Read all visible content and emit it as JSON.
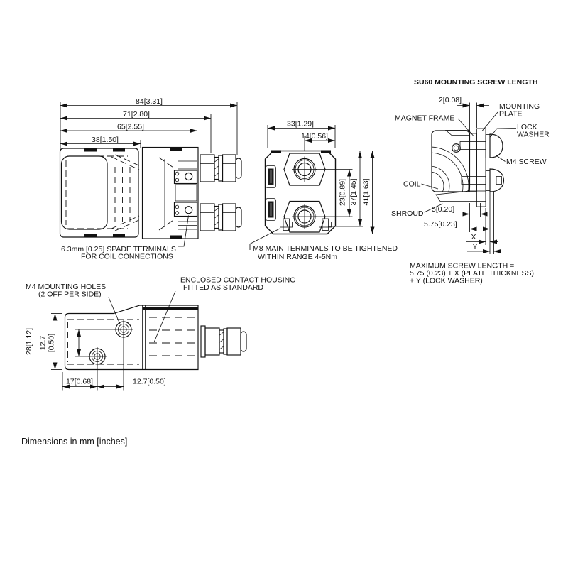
{
  "footer": {
    "note": "Dimensions in mm [inches]"
  },
  "side_view": {
    "dim_84": "84[3.31]",
    "dim_71": "71[2.80]",
    "dim_65": "65[2.55]",
    "dim_38": "38[1.50]",
    "spade_line1": "6.3mm [0.25] SPADE TERMINALS",
    "spade_line2": "FOR COIL CONNECTIONS"
  },
  "end_view": {
    "dim_33": "33[1.29]",
    "dim_14": "14[0.56]",
    "dim_23": "23[0.89]",
    "dim_37": "37[1.45]",
    "dim_41": "41[1.63]",
    "m8_line1": "M8 MAIN TERMINALS TO BE TIGHTENED",
    "m8_line2": "WITHIN RANGE 4-5Nm"
  },
  "mounting_view": {
    "dim_28": "28[1.12]",
    "dim_127v_line1": "12.7",
    "dim_127v_line2": "[0.50]",
    "dim_17": "17[0.68]",
    "dim_127h": "12.7[0.50]",
    "m4_line1": "M4 MOUNTING HOLES",
    "m4_line2": "(2 OFF PER SIDE)",
    "housing_line1": "ENCLOSED CONTACT HOUSING",
    "housing_line2": "FITTED AS STANDARD"
  },
  "screw_detail": {
    "title": "SU60 MOUNTING SCREW LENGTH",
    "dim_2": "2[0.08]",
    "dim_5": "5[0.20]",
    "dim_575": "5.75[0.23]",
    "label_x": "X",
    "label_y": "Y",
    "magnet_frame": "MAGNET FRAME",
    "mounting_line1": "MOUNTING",
    "mounting_line2": "PLATE",
    "lock_line1": "LOCK",
    "lock_line2": "WASHER",
    "m4_screw": "M4 SCREW",
    "coil": "COIL",
    "shroud": "SHROUD",
    "formula_line1": "MAXIMUM SCREW LENGTH =",
    "formula_line2": "5.75 (0.23) + X (PLATE THICKNESS)",
    "formula_line3": "+ Y (LOCK WASHER)"
  }
}
